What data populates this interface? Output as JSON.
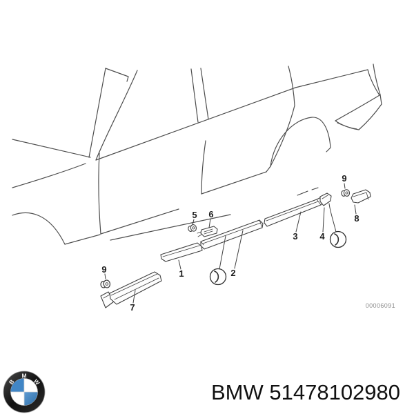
{
  "diagram": {
    "drawing_number": "00006091",
    "callouts": {
      "c1": "1",
      "c2": "2",
      "c3": "3",
      "c4": "4",
      "c5": "5",
      "c6": "6",
      "c7": "7",
      "c8": "8",
      "c9_left": "9",
      "c9_right": "9"
    },
    "description": "BMW body side moulding fitting diagram"
  },
  "footer": {
    "title": "BMW 51478102980",
    "logo_letters": {
      "b": "B",
      "m": "M",
      "w": "W"
    }
  },
  "colors": {
    "line": "#4d4d4d",
    "text": "#111111",
    "drawing_number": "#8c8c8c",
    "logo_blue": "#4186c6",
    "logo_ring": "#1b1b1b"
  }
}
